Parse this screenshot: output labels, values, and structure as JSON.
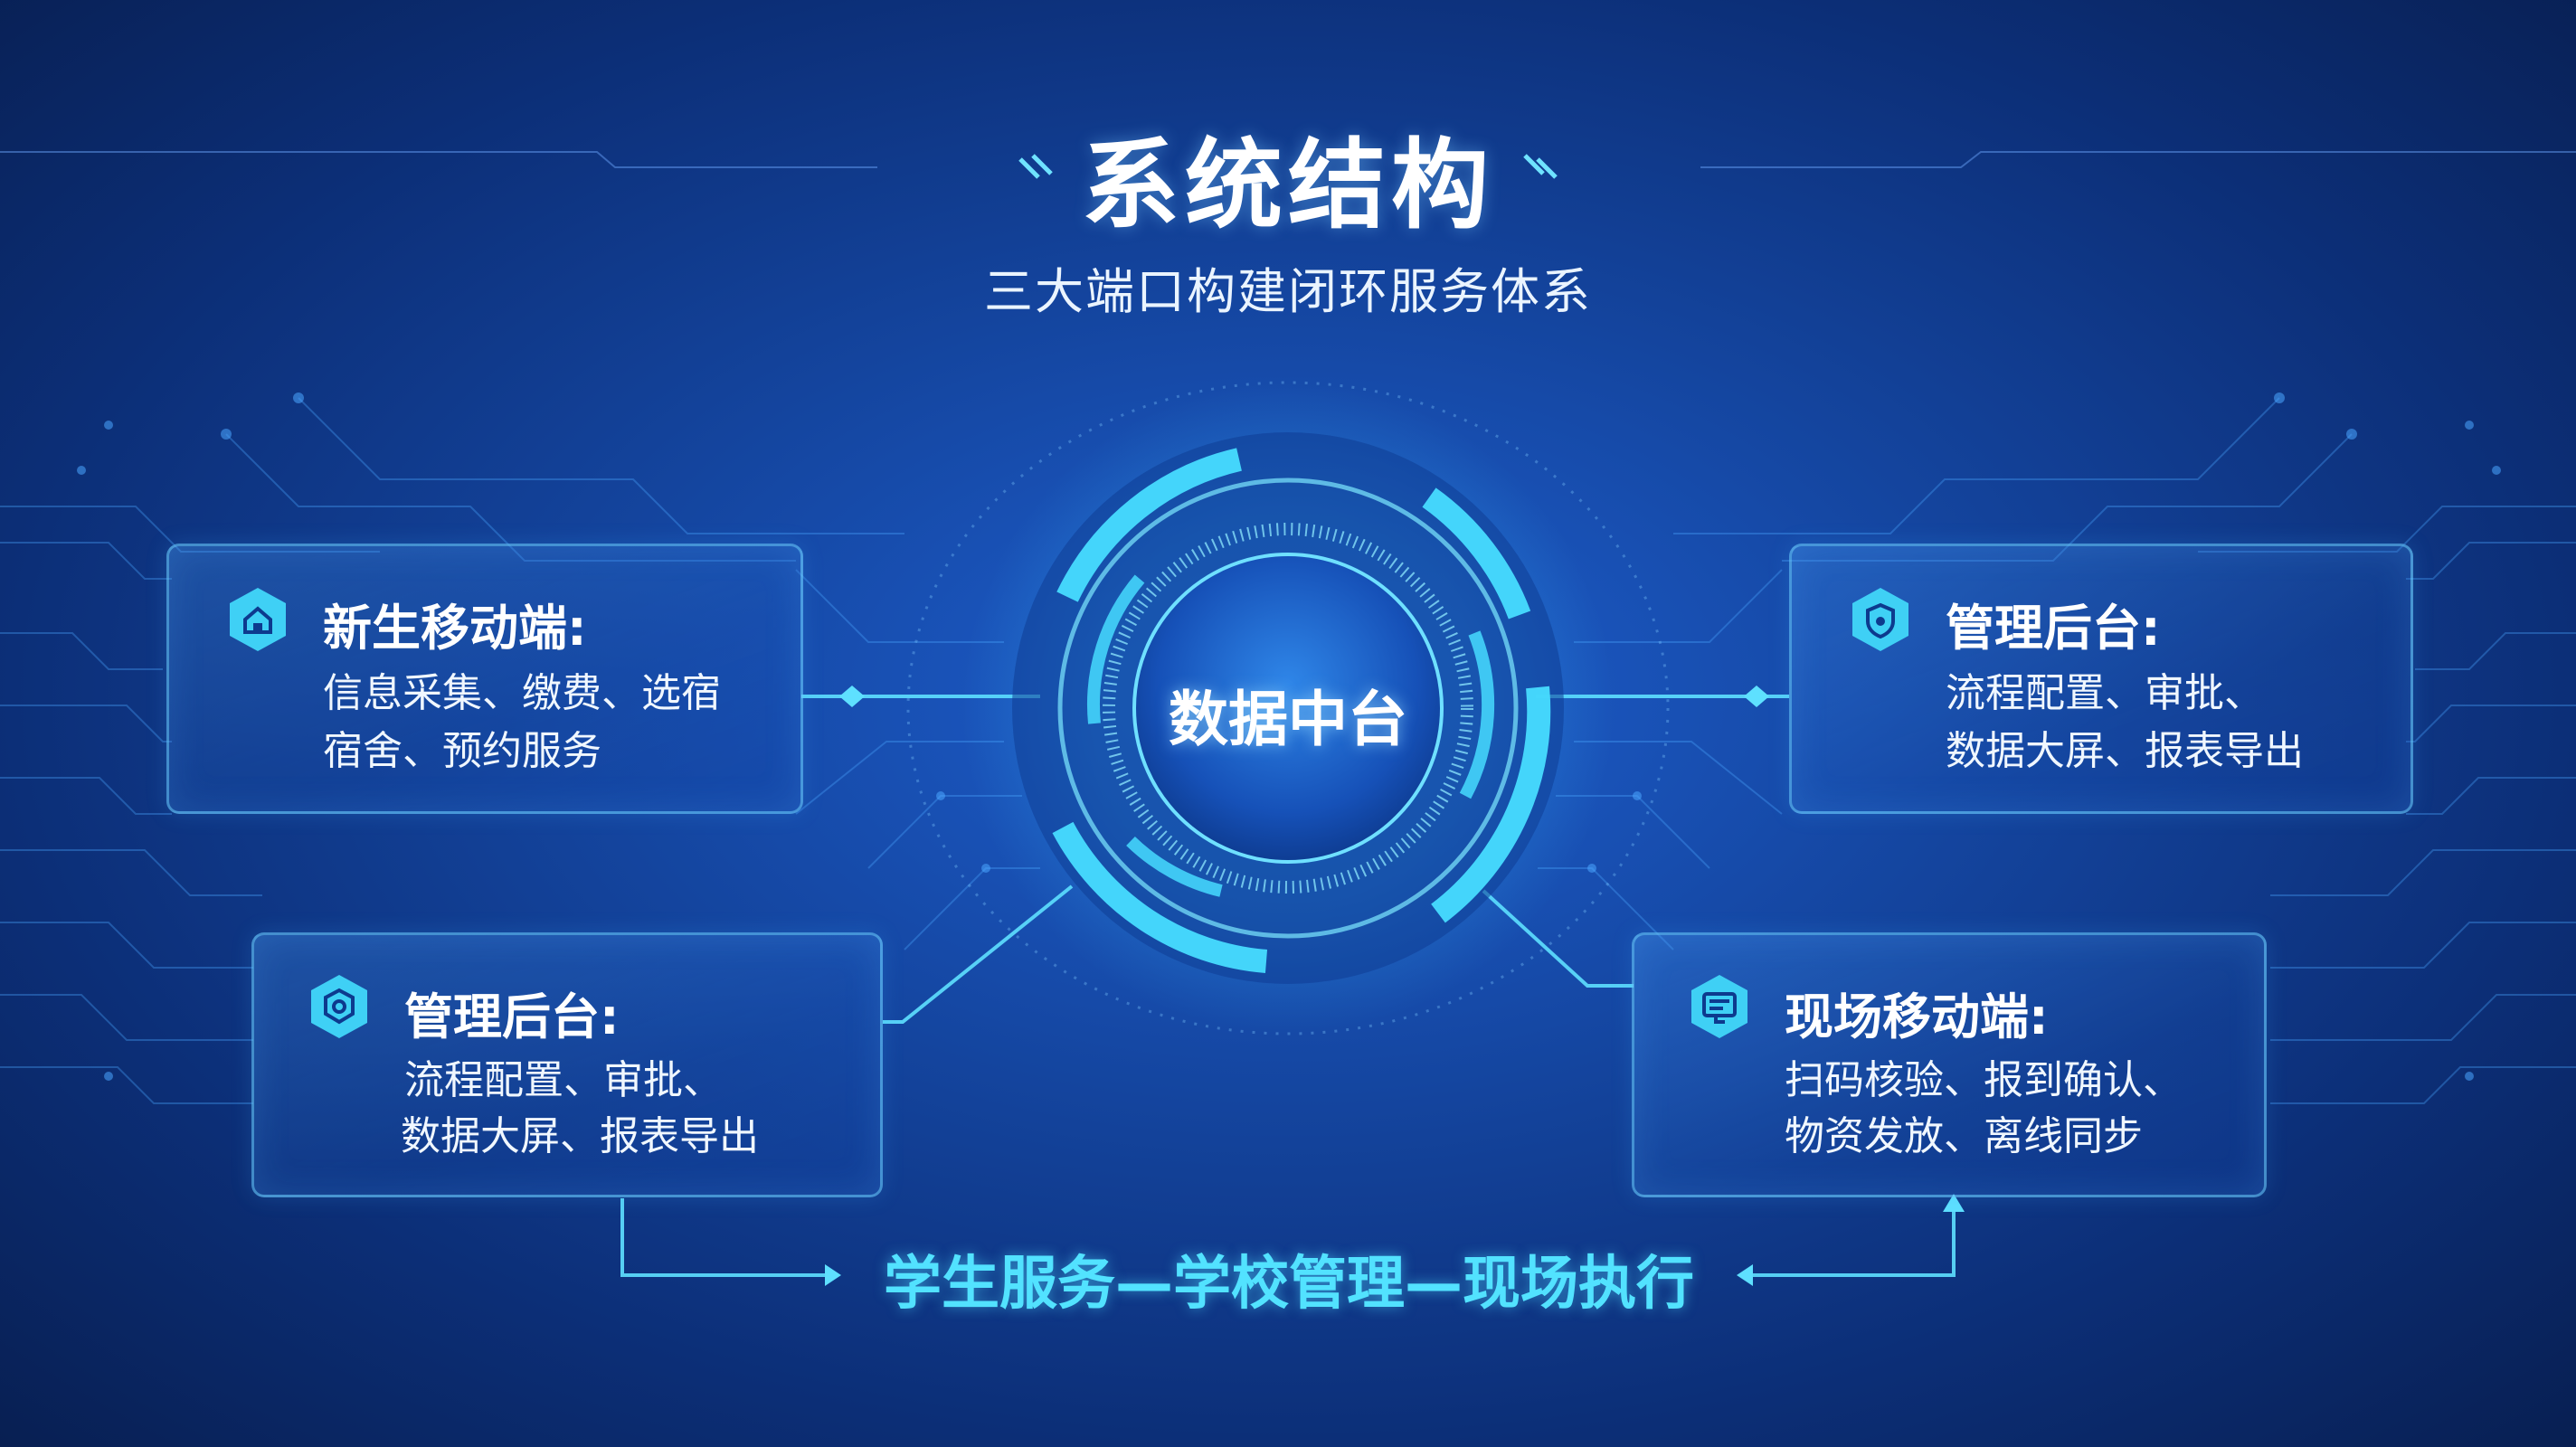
{
  "header": {
    "title": "系统结构",
    "subtitle": "三大端口构建闭环服务体系"
  },
  "center": {
    "label": "数据中台"
  },
  "cards": [
    {
      "icon": "home-icon",
      "title": "新生移动端:",
      "lines": [
        "信息采集、缴费、选宿",
        "宿舍、预约服务"
      ]
    },
    {
      "icon": "shield-icon",
      "title": "管理后台:",
      "lines": [
        "流程配置、审批、",
        "数据大屏、报表导出"
      ]
    },
    {
      "icon": "shield-badge-icon",
      "title": "管理后台:",
      "lines": [
        "流程配置、审批、",
        "数据大屏、报表导出"
      ]
    },
    {
      "icon": "scan-screen-icon",
      "title": "现场移动端:",
      "lines": [
        "扫码核验、报到确认、",
        "物资发放、离线同步"
      ]
    }
  ],
  "flow": {
    "text": "学生服务—学校管理—现场执行"
  },
  "colors": {
    "accent": "#4fdcff",
    "background": "#14459f",
    "icon": "#3fd0f5"
  }
}
